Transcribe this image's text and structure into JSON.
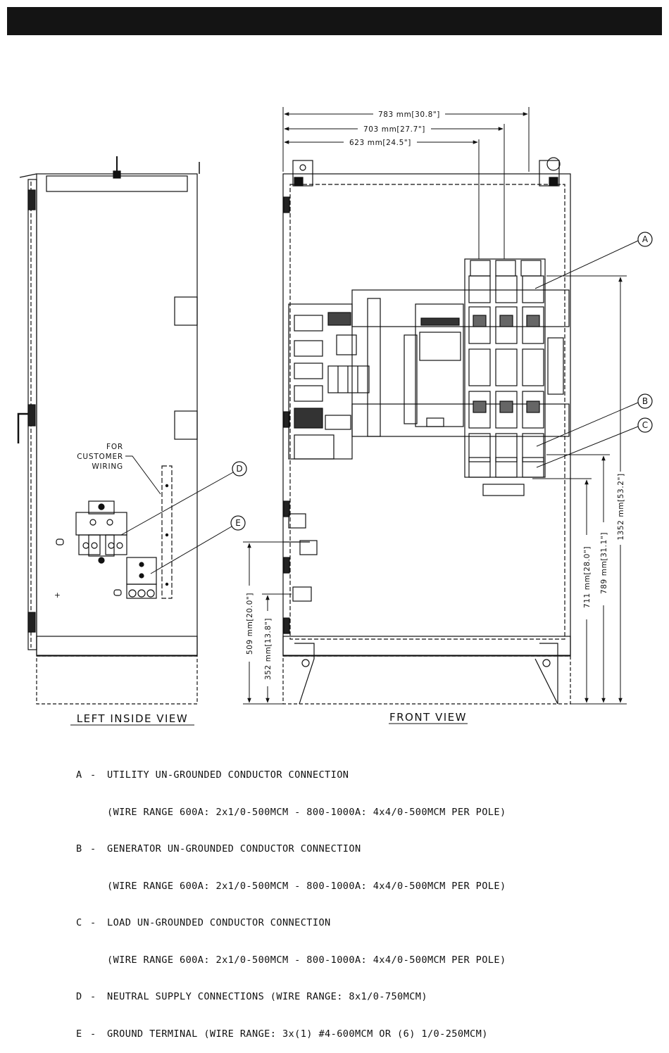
{
  "dimensions": {
    "width_783": "783 mm[30.8\"]",
    "width_703": "703 mm[27.7\"]",
    "width_623": "623 mm[24.5\"]",
    "height_1352": "1352 mm[53.2\"]",
    "height_789": "789 mm[31.1\"]",
    "height_711": "711 mm[28.0\"]",
    "height_509": "509 mm[20.0\"]",
    "height_352": "352 mm[13.8\"]"
  },
  "views": {
    "left": "LEFT INSIDE VIEW",
    "front": "FRONT VIEW"
  },
  "customer_wiring": [
    "FOR",
    "CUSTOMER",
    "WIRING"
  ],
  "callouts": {
    "a": "A",
    "b": "B",
    "c": "C",
    "d": "D",
    "e": "E"
  },
  "legend": [
    {
      "key": "A",
      "title": "UTILITY UN-GROUNDED CONDUCTOR CONNECTION",
      "detail": "(WIRE RANGE 600A: 2x1/0-500MCM - 800-1000A: 4x4/0-500MCM PER POLE)"
    },
    {
      "key": "B",
      "title": "GENERATOR UN-GROUNDED CONDUCTOR CONNECTION",
      "detail": "(WIRE RANGE 600A: 2x1/0-500MCM - 800-1000A: 4x4/0-500MCM PER POLE)"
    },
    {
      "key": "C",
      "title": "LOAD UN-GROUNDED CONDUCTOR CONNECTION",
      "detail": "(WIRE RANGE 600A: 2x1/0-500MCM - 800-1000A: 4x4/0-500MCM PER POLE)"
    },
    {
      "key": "D",
      "title": "NEUTRAL SUPPLY CONNECTIONS (WIRE RANGE: 8x1/0-750MCM)",
      "detail": ""
    },
    {
      "key": "E",
      "title": "GROUND TERMINAL (WIRE RANGE: 3x(1) #4-600MCM OR (6) 1/0-250MCM)",
      "detail": ""
    }
  ]
}
